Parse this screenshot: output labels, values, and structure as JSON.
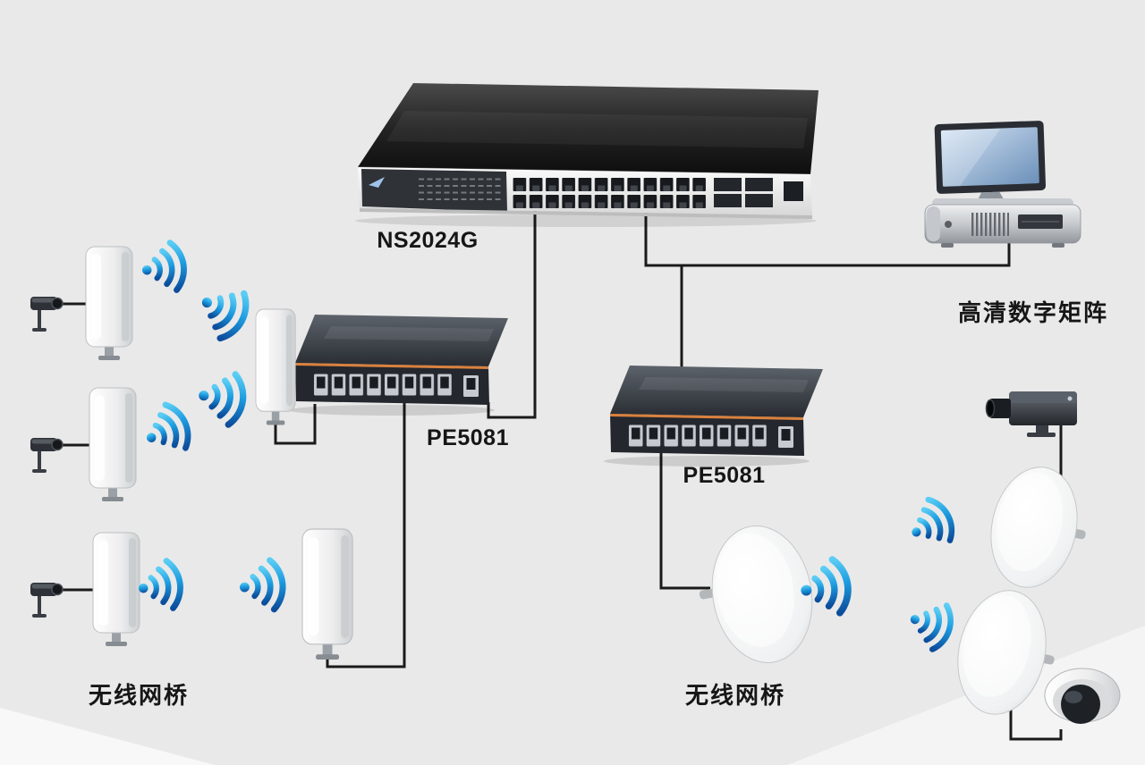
{
  "background": "#e9e9e9",
  "labels": {
    "core_switch": "NS2024G",
    "poe_switch_left": "PE5081",
    "poe_switch_right": "PE5081",
    "matrix": "高清数字矩阵",
    "wireless_bridge_left": "无线网桥",
    "wireless_bridge_right": "无线网桥"
  },
  "colors": {
    "background": "#e9e9e9",
    "cable": "#1a1a1a",
    "wifi_gradient_top": "#5bcdf4",
    "wifi_gradient_bottom": "#0c4d9c",
    "switch_accent_orange": "#d9813f",
    "label_text": "#161616"
  },
  "nodes": [
    {
      "id": "core-switch",
      "icon": "rack-switch-icon",
      "label_ref": "core_switch"
    },
    {
      "id": "poe-switch-left",
      "icon": "poe-switch-icon",
      "label_ref": "poe_switch_left"
    },
    {
      "id": "poe-switch-right",
      "icon": "poe-switch-icon",
      "label_ref": "poe_switch_right"
    },
    {
      "id": "hd-matrix",
      "icon": "monitor-and-host-icon",
      "label_ref": "matrix"
    },
    {
      "id": "bridge-panel-1",
      "icon": "wireless-bridge-panel-icon"
    },
    {
      "id": "bridge-panel-2",
      "icon": "wireless-bridge-panel-icon"
    },
    {
      "id": "bridge-panel-3",
      "icon": "wireless-bridge-panel-icon"
    },
    {
      "id": "bridge-receiver-1",
      "icon": "wireless-bridge-panel-icon"
    },
    {
      "id": "bridge-receiver-2",
      "icon": "wireless-bridge-panel-icon"
    },
    {
      "id": "bridge-dish-center",
      "icon": "wireless-bridge-dish-icon"
    },
    {
      "id": "bridge-dish-right-top",
      "icon": "wireless-bridge-dish-icon"
    },
    {
      "id": "bridge-dish-right-bottom",
      "icon": "wireless-bridge-dish-icon"
    },
    {
      "id": "camera-1",
      "icon": "bullet-camera-icon"
    },
    {
      "id": "camera-2",
      "icon": "bullet-camera-icon"
    },
    {
      "id": "camera-3",
      "icon": "bullet-camera-icon"
    },
    {
      "id": "camera-box",
      "icon": "box-camera-icon"
    },
    {
      "id": "camera-dome",
      "icon": "dome-camera-icon"
    }
  ],
  "wifi_link_count": 9
}
